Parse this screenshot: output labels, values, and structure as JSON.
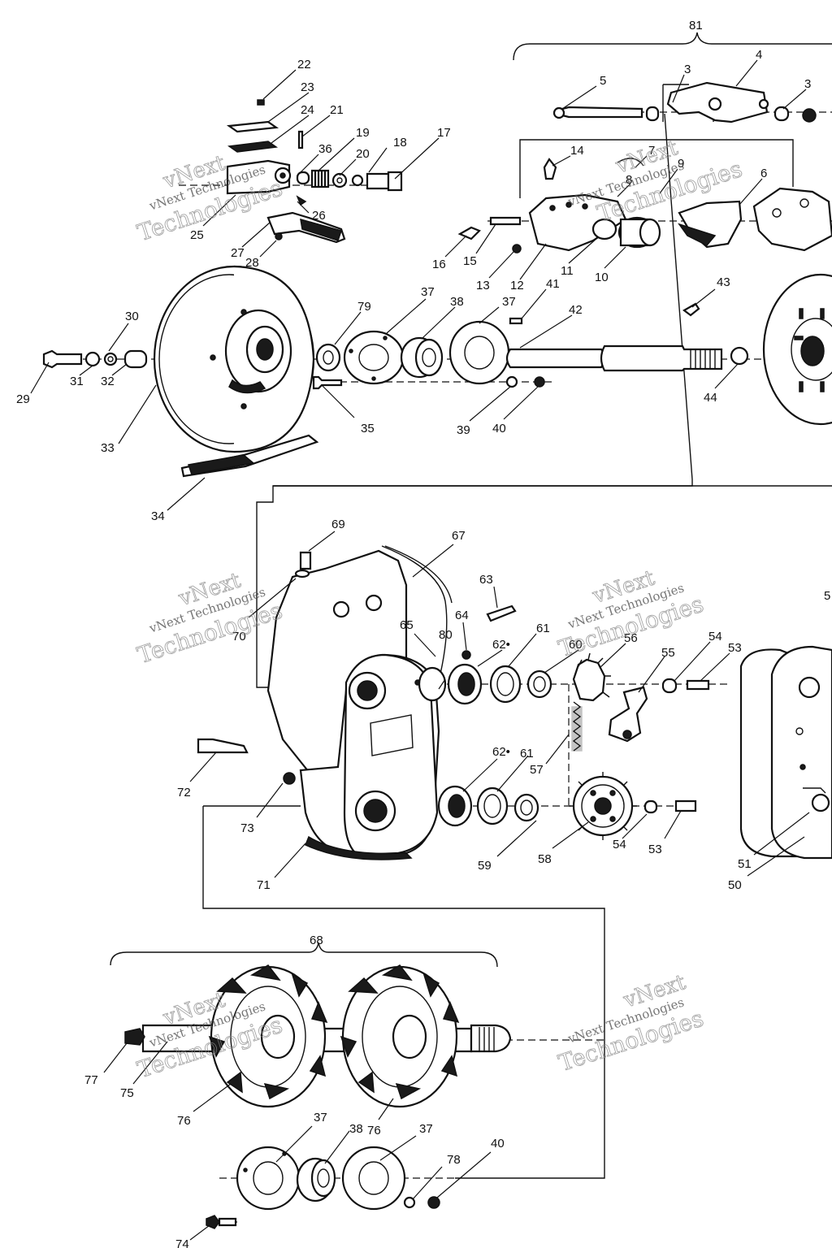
{
  "watermark": {
    "brand": "vNext",
    "small": "vNext Technologies",
    "large": "Technologies"
  },
  "groups": {
    "upper": "81",
    "axle": "68"
  },
  "callouts": {
    "c1": "22",
    "c2": "23",
    "c3": "24",
    "c4": "21",
    "c5": "19",
    "c6": "17",
    "c7": "36",
    "c8": "20",
    "c9": "18",
    "c10": "26",
    "c11": "25",
    "c12": "27",
    "c13": "28",
    "c14": "5",
    "c15": "3",
    "c16": "4",
    "c17": "3",
    "c18": "14",
    "c19": "7",
    "c20": "8",
    "c21": "9",
    "c22": "6",
    "c23": "16",
    "c24": "15",
    "c25": "13",
    "c26": "12",
    "c27": "11",
    "c28": "10",
    "c29": "43",
    "c30": "30",
    "c31": "79",
    "c32": "37",
    "c33": "38",
    "c34": "37",
    "c35": "41",
    "c36": "42",
    "c37": "29",
    "c38": "31",
    "c39": "32",
    "c40": "33",
    "c41": "35",
    "c42": "39",
    "c43": "40",
    "c44": "44",
    "c45": "34",
    "c46": "69",
    "c47": "67",
    "c48": "63",
    "c49": "70",
    "c50": "65",
    "c51": "64",
    "c52": "61",
    "c53": "62•",
    "c54": "60",
    "c55": "56",
    "c56": "55",
    "c57": "54",
    "c58": "53",
    "c59": "5",
    "c60": "80",
    "c61": "72",
    "c62": "57",
    "c63": "62•",
    "c64": "61",
    "c65": "73",
    "c66": "59",
    "c67": "58",
    "c68": "54",
    "c69": "53",
    "c70": "51",
    "c71": "50",
    "c72": "71",
    "c73": "77",
    "c74": "75",
    "c75": "76",
    "c76": "76",
    "c77": "37",
    "c78": "38",
    "c79": "37",
    "c80": "78",
    "c81": "40",
    "c82": "74"
  }
}
